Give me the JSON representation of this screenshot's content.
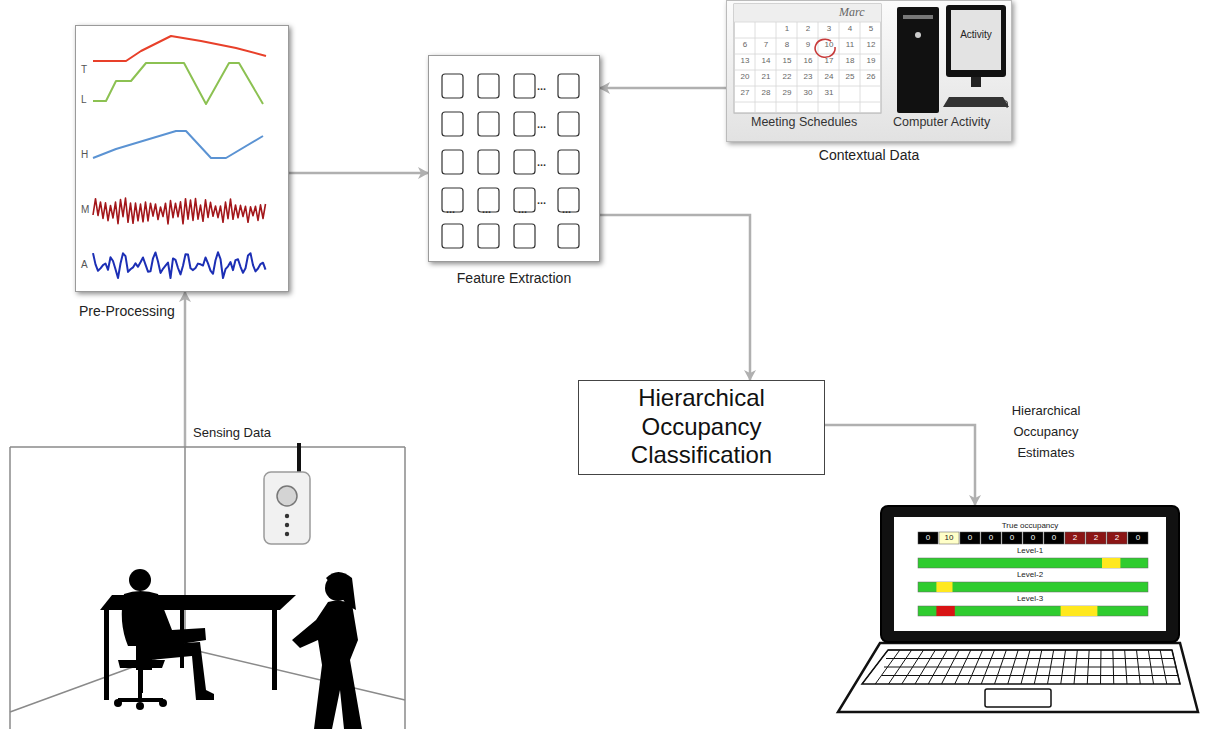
{
  "diagram": {
    "nodes": [
      {
        "text": [
          "T",
          "L",
          "H",
          "M",
          "A",
          "Pre-Processing"
        ]
      },
      {
        "text": [
          "...",
          "...",
          "...",
          "...",
          "...",
          "...",
          "...",
          "...",
          "Feature Extraction"
        ]
      },
      {
        "text": [
          "Meeting Schedules",
          "Computer Activity",
          "Contextual Data"
        ]
      },
      {
        "text": [
          "Hierarchical Occupancy Classification"
        ]
      },
      {
        "text": [
          "Hierarchical Occupancy Estimates",
          "True occupancy",
          "Level-1",
          "Level-2",
          "Level-3"
        ]
      },
      {
        "text": [
          "Sensing Data"
        ]
      }
    ],
    "edges": [
      {
        "from": 5,
        "to": 0,
        "arrow": "to"
      },
      {
        "from": 0,
        "to": 1,
        "arrow": "to"
      },
      {
        "from": 2,
        "to": 1,
        "arrow": "to"
      },
      {
        "from": 1,
        "to": 3,
        "arrow": "to"
      },
      {
        "from": 3,
        "to": 4,
        "arrow": "to"
      }
    ],
    "labels": [
      "Marc",
      "1",
      "2",
      "3",
      "4",
      "5",
      "6",
      "7",
      "8",
      "9",
      "10",
      "11",
      "12",
      "13",
      "14",
      "15",
      "16",
      "17",
      "18",
      "19",
      "20",
      "21",
      "22",
      "23",
      "24",
      "25",
      "26",
      "27",
      "28",
      "29",
      "30",
      "31",
      "Activity",
      "0",
      "10",
      "0",
      "0",
      "0",
      "0",
      "0",
      "2",
      "2",
      "2",
      "0"
    ]
  }
}
